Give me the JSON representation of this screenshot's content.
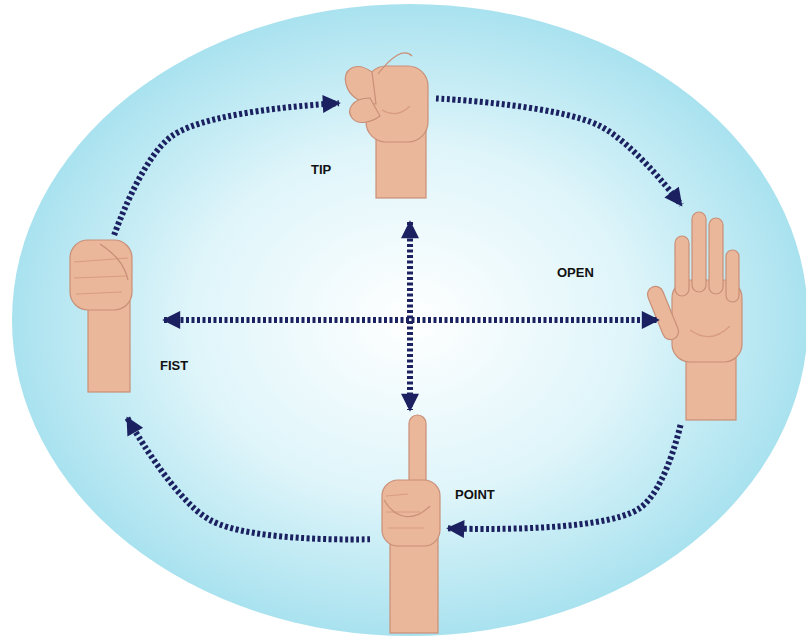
{
  "diagram": {
    "nodes": [
      {
        "text": [
          "TIP"
        ]
      },
      {
        "text": [
          "FIST"
        ]
      },
      {
        "text": [
          "OPEN"
        ]
      },
      {
        "text": [
          "POINT"
        ]
      }
    ],
    "edges": [
      {
        "from": 1,
        "to": 0,
        "arrow": "to"
      },
      {
        "from": 0,
        "to": 2,
        "arrow": "to"
      },
      {
        "from": 2,
        "to": 3,
        "arrow": "to"
      },
      {
        "from": 3,
        "to": 1,
        "arrow": "to"
      },
      {
        "from": 0,
        "to": 3,
        "arrow": "both"
      },
      {
        "from": 1,
        "to": 2,
        "arrow": "both"
      }
    ]
  }
}
